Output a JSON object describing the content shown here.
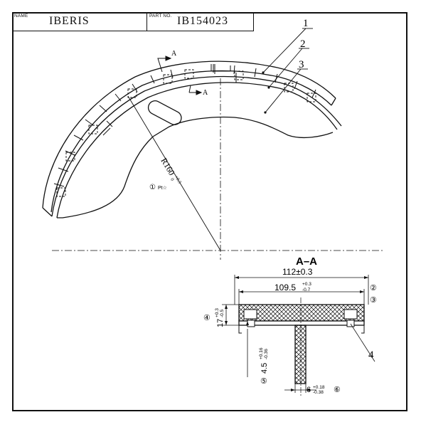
{
  "title_block": {
    "name_label": "NAME",
    "name_value": "IBERIS",
    "part_label": "PART NO.",
    "part_value": "IB154023"
  },
  "callouts": [
    "1",
    "2",
    "3",
    "4"
  ],
  "section_mark": "A",
  "section_title": "A–A",
  "radius": {
    "marker": "①",
    "base": "R160",
    "tol_upper": "+0.3",
    "tol_lower": "0",
    "note": "Pt☆"
  },
  "dims": {
    "overall_width": {
      "text": "112±0.3",
      "marker": "②"
    },
    "lining_width": {
      "base": "109.5",
      "tol_upper": "+0.3",
      "tol_lower": "-0.7",
      "marker": "③"
    },
    "height": {
      "base": "17",
      "tol_upper": "+0.3",
      "tol_lower": "-0.5",
      "marker": "④"
    },
    "rim_thickness": {
      "base": "4.5",
      "tol_upper": "+0.16",
      "tol_lower": "-0.36",
      "marker": "⑤"
    },
    "web_thickness": {
      "base": "6",
      "tol_upper": "+0.18",
      "tol_lower": "-0.38",
      "marker": "⑥"
    }
  }
}
